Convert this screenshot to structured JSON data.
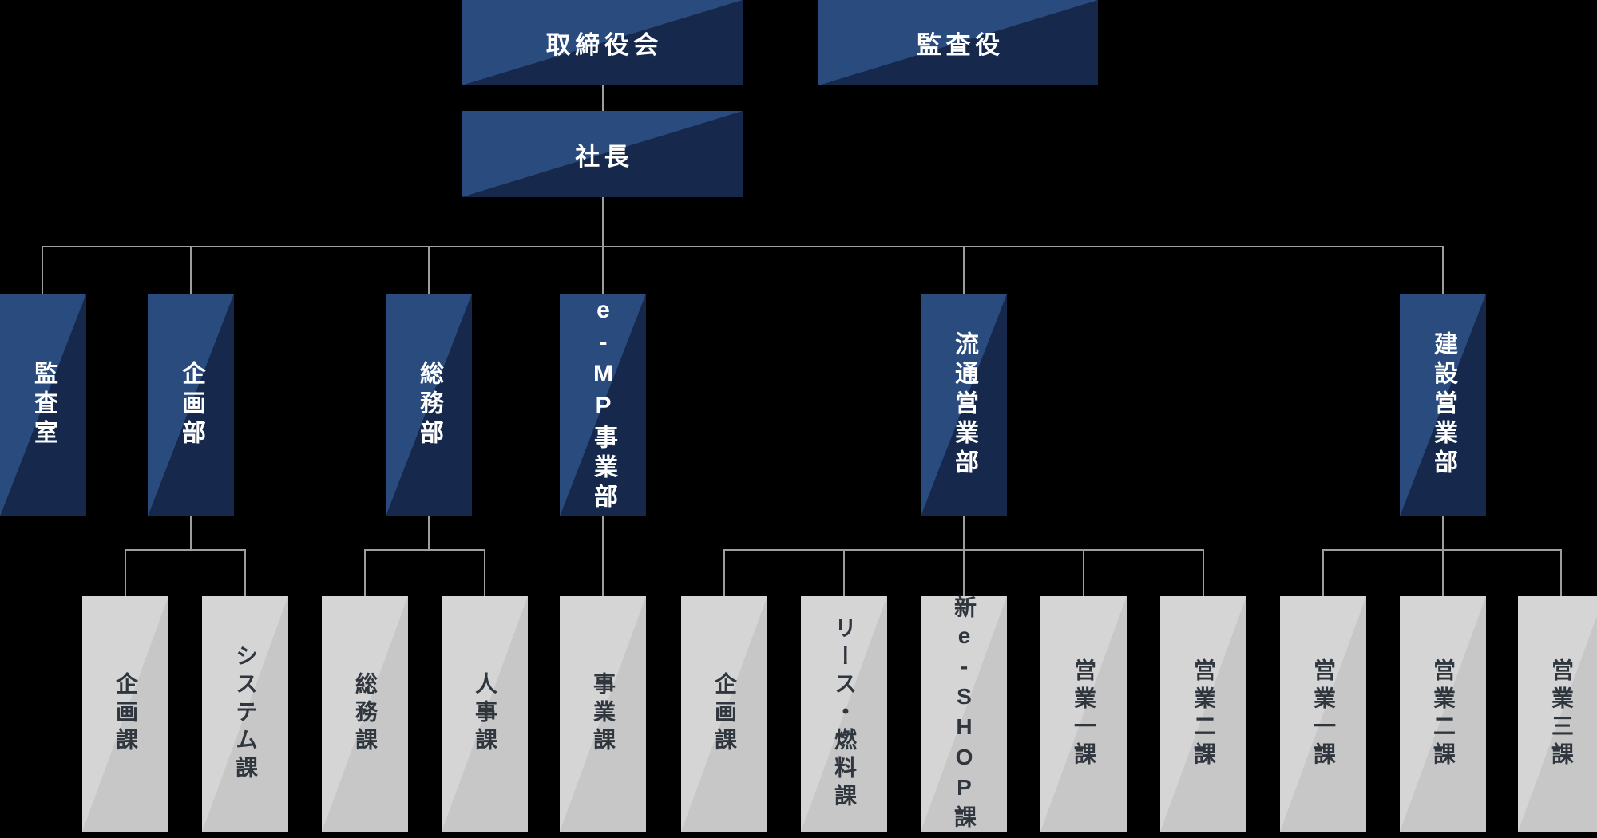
{
  "colors": {
    "bg": "#000000",
    "navy-light": "#294b7d",
    "navy-dark": "#16294d",
    "gray-light": "#d5d5d6",
    "gray-dark": "#c7c7c8",
    "line": "#9e9e9e",
    "text-light": "#ffffff",
    "text-dark": "#30363d"
  },
  "chart": {
    "type": "org-chart",
    "board": {
      "label": "取締役会"
    },
    "auditor": {
      "label": "監査役"
    },
    "president": {
      "label": "社長"
    },
    "departments": [
      {
        "label": "監査室",
        "parent": "社長"
      },
      {
        "label": "企画部",
        "parent": "社長"
      },
      {
        "label": "総務部",
        "parent": "社長"
      },
      {
        "label": "e-MP事業部",
        "parent": "社長"
      },
      {
        "label": "流通営業部",
        "parent": "社長"
      },
      {
        "label": "建設営業部",
        "parent": "社長"
      }
    ],
    "sections": [
      {
        "label": "企画課",
        "parent": "企画部"
      },
      {
        "label": "システム課",
        "parent": "企画部"
      },
      {
        "label": "総務課",
        "parent": "総務部"
      },
      {
        "label": "人事課",
        "parent": "総務部"
      },
      {
        "label": "事業課",
        "parent": "e-MP事業部"
      },
      {
        "label": "企画課",
        "parent": "流通営業部"
      },
      {
        "label": "リース・燃料課",
        "parent": "流通営業部"
      },
      {
        "label": "新e-SHOP課",
        "parent": "流通営業部"
      },
      {
        "label": "営業一課",
        "parent": "流通営業部"
      },
      {
        "label": "営業二課",
        "parent": "流通営業部"
      },
      {
        "label": "営業一課",
        "parent": "建設営業部"
      },
      {
        "label": "営業二課",
        "parent": "建設営業部"
      },
      {
        "label": "営業三課",
        "parent": "建設営業部"
      }
    ]
  }
}
